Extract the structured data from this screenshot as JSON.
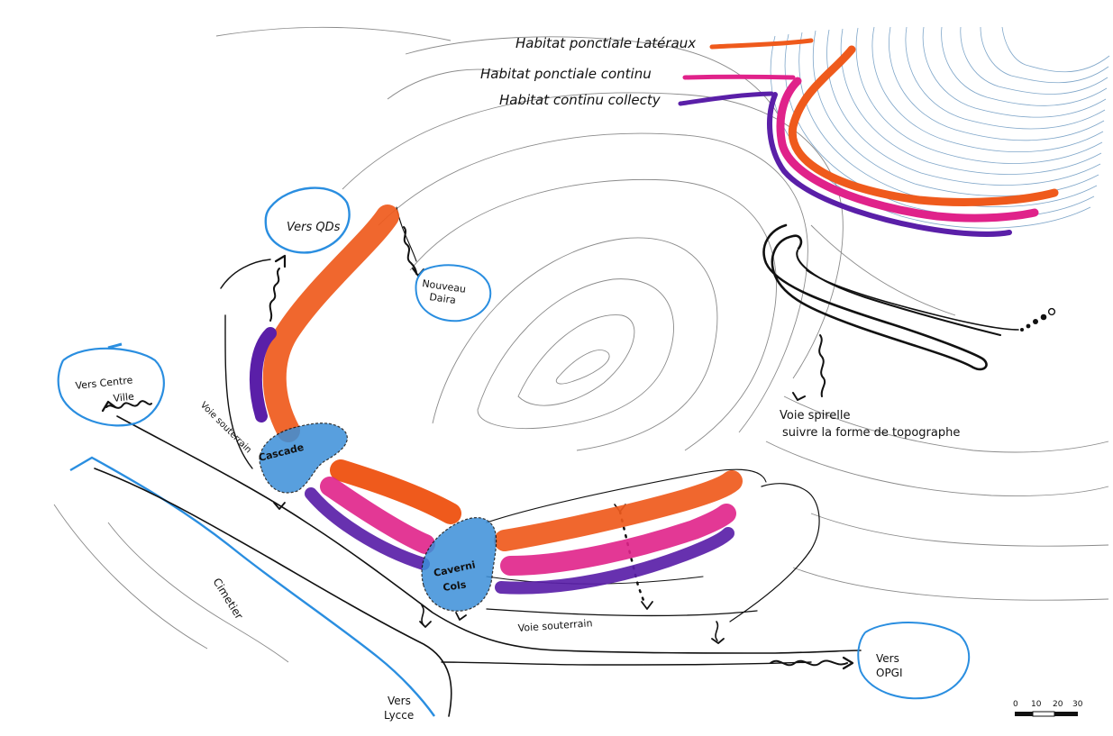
{
  "legend": {
    "items": [
      {
        "label": "Habitat ponctiale Latéraux",
        "color": "#ef5a1c"
      },
      {
        "label": "Habitat ponctiale continu",
        "color": "#e0228a"
      },
      {
        "label": "Habitat continu collecty",
        "color": "#5a1fa8"
      }
    ]
  },
  "labels": {
    "vers_qds": "Vers QDs",
    "nouveau_line1": "Nouveau",
    "nouveau_line2": "Daira",
    "vers_centre_line1": "Vers Centre",
    "vers_centre_line2": "Ville",
    "voie_souterrain_left": "Voie souterrain",
    "cascade": "Cascade",
    "caverni_line1": "Caverni",
    "caverni_line2": "Cols",
    "voie_souterrain_bottom": "Voie souterrain",
    "cimetier": "Cimetier",
    "vers_lycee_line1": "Vers",
    "vers_lycee_line2": "Lycce",
    "vers_opgi_line1": "Vers",
    "vers_opgi_line2": "OPGI",
    "voie_spirelle_line1": "Voie spirelle",
    "voie_spirelle_line2": "suivre la forme de topographe"
  },
  "scale_bar": {
    "ticks": [
      "0",
      "10",
      "20",
      "30"
    ]
  },
  "colors": {
    "orange": "#ef5a1c",
    "pink": "#e0228a",
    "purple": "#5a1fa8",
    "blue_node": "#3b8fd9",
    "blue_outline": "#2a8ee0",
    "ink": "#111111"
  }
}
